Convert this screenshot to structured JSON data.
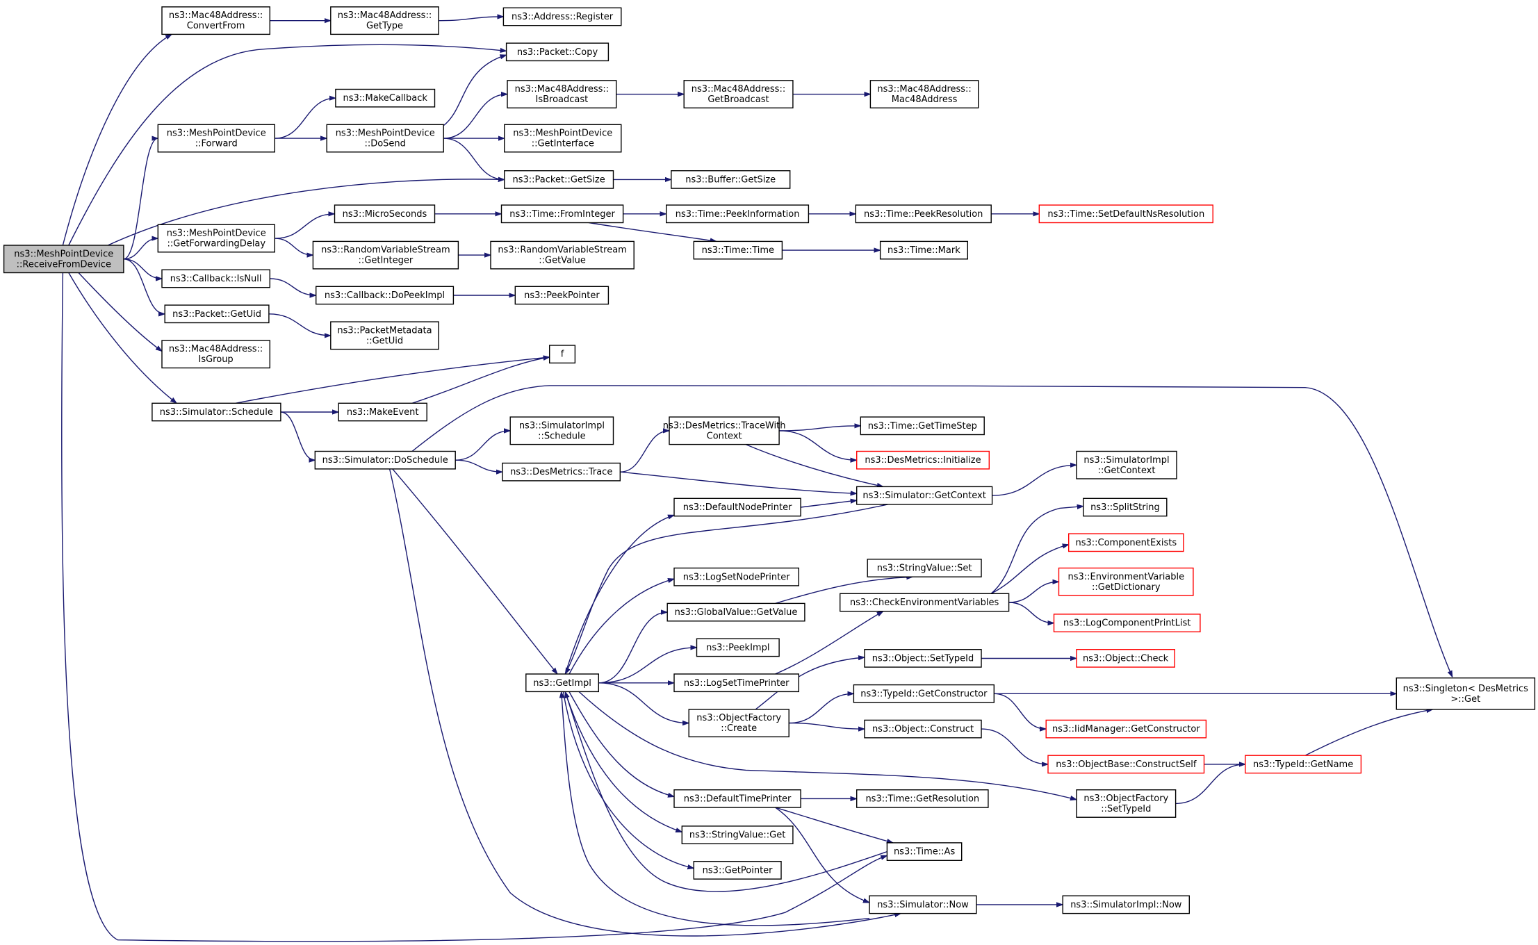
{
  "colors": {
    "edge": "#191970",
    "node_border": "#000000",
    "truncated_border": "#ff0000",
    "root_fill": "#bfbfbf",
    "node_fill": "#ffffff"
  },
  "graph": {
    "type": "call-graph",
    "direction": "left-to-right",
    "root": "ReceiveFromDevice",
    "nodes": [
      {
        "id": "ReceiveFromDevice",
        "lines": [
          "ns3::MeshPointDevice",
          "::ReceiveFromDevice"
        ],
        "root": true
      },
      {
        "id": "ConvertFrom",
        "lines": [
          "ns3::Mac48Address::",
          "ConvertFrom"
        ]
      },
      {
        "id": "Mac48GetType",
        "lines": [
          "ns3::Mac48Address::",
          "GetType"
        ]
      },
      {
        "id": "AddressRegister",
        "lines": [
          "ns3::Address::Register"
        ]
      },
      {
        "id": "PacketCopy",
        "lines": [
          "ns3::Packet::Copy"
        ]
      },
      {
        "id": "MakeCallback",
        "lines": [
          "ns3::MakeCallback"
        ]
      },
      {
        "id": "MPDForward",
        "lines": [
          "ns3::MeshPointDevice",
          "::Forward"
        ]
      },
      {
        "id": "MPDDoSend",
        "lines": [
          "ns3::MeshPointDevice",
          "::DoSend"
        ]
      },
      {
        "id": "IsBroadcast",
        "lines": [
          "ns3::Mac48Address::",
          "IsBroadcast"
        ]
      },
      {
        "id": "GetBroadcast",
        "lines": [
          "ns3::Mac48Address::",
          "GetBroadcast"
        ]
      },
      {
        "id": "Mac48Address",
        "lines": [
          "ns3::Mac48Address::",
          "Mac48Address"
        ]
      },
      {
        "id": "MPDGetInterface",
        "lines": [
          "ns3::MeshPointDevice",
          "::GetInterface"
        ]
      },
      {
        "id": "PacketGetSize",
        "lines": [
          "ns3::Packet::GetSize"
        ]
      },
      {
        "id": "BufferGetSize",
        "lines": [
          "ns3::Buffer::GetSize"
        ]
      },
      {
        "id": "GetForwardingDelay",
        "lines": [
          "ns3::MeshPointDevice",
          "::GetForwardingDelay"
        ]
      },
      {
        "id": "MicroSeconds",
        "lines": [
          "ns3::MicroSeconds"
        ]
      },
      {
        "id": "FromInteger",
        "lines": [
          "ns3::Time::FromInteger"
        ]
      },
      {
        "id": "PeekInformation",
        "lines": [
          "ns3::Time::PeekInformation"
        ]
      },
      {
        "id": "PeekResolution",
        "lines": [
          "ns3::Time::PeekResolution"
        ]
      },
      {
        "id": "SetDefaultNsResolution",
        "lines": [
          "ns3::Time::SetDefaultNsResolution"
        ],
        "truncated": true
      },
      {
        "id": "RVSGetInteger",
        "lines": [
          "ns3::RandomVariableStream",
          "::GetInteger"
        ]
      },
      {
        "id": "RVSGetValue",
        "lines": [
          "ns3::RandomVariableStream",
          "::GetValue"
        ]
      },
      {
        "id": "TimeTime",
        "lines": [
          "ns3::Time::Time"
        ]
      },
      {
        "id": "TimeMark",
        "lines": [
          "ns3::Time::Mark"
        ]
      },
      {
        "id": "CallbackIsNull",
        "lines": [
          "ns3::Callback::IsNull"
        ]
      },
      {
        "id": "DoPeekImpl",
        "lines": [
          "ns3::Callback::DoPeekImpl"
        ]
      },
      {
        "id": "PeekPointer",
        "lines": [
          "ns3::PeekPointer"
        ]
      },
      {
        "id": "PacketGetUid",
        "lines": [
          "ns3::Packet::GetUid"
        ]
      },
      {
        "id": "PMGetUid",
        "lines": [
          "ns3::PacketMetadata",
          "::GetUid"
        ]
      },
      {
        "id": "IsGroup",
        "lines": [
          "ns3::Mac48Address::",
          "IsGroup"
        ]
      },
      {
        "id": "f",
        "lines": [
          "f"
        ]
      },
      {
        "id": "Schedule",
        "lines": [
          "ns3::Simulator::Schedule"
        ]
      },
      {
        "id": "MakeEvent",
        "lines": [
          "ns3::MakeEvent"
        ]
      },
      {
        "id": "SimImplSchedule",
        "lines": [
          "ns3::SimulatorImpl",
          "::Schedule"
        ]
      },
      {
        "id": "DesTraceWithContext",
        "lines": [
          "ns3::DesMetrics::TraceWith",
          "Context"
        ]
      },
      {
        "id": "GetTimeStep",
        "lines": [
          "ns3::Time::GetTimeStep"
        ]
      },
      {
        "id": "DesInitialize",
        "lines": [
          "ns3::DesMetrics::Initialize"
        ],
        "truncated": true
      },
      {
        "id": "DoSchedule",
        "lines": [
          "ns3::Simulator::DoSchedule"
        ]
      },
      {
        "id": "DesTrace",
        "lines": [
          "ns3::DesMetrics::Trace"
        ]
      },
      {
        "id": "SimGetContext",
        "lines": [
          "ns3::Simulator::GetContext"
        ]
      },
      {
        "id": "SimImplGetContext",
        "lines": [
          "ns3::SimulatorImpl",
          "::GetContext"
        ]
      },
      {
        "id": "DefaultNodePrinter",
        "lines": [
          "ns3::DefaultNodePrinter"
        ]
      },
      {
        "id": "SplitString",
        "lines": [
          "ns3::SplitString"
        ]
      },
      {
        "id": "ComponentExists",
        "lines": [
          "ns3::ComponentExists"
        ],
        "truncated": true
      },
      {
        "id": "StringValueSet",
        "lines": [
          "ns3::StringValue::Set"
        ]
      },
      {
        "id": "LogSetNodePrinter",
        "lines": [
          "ns3::LogSetNodePrinter"
        ]
      },
      {
        "id": "EnvGetDictionary",
        "lines": [
          "ns3::EnvironmentVariable",
          "::GetDictionary"
        ],
        "truncated": true
      },
      {
        "id": "GlobalValueGetValue",
        "lines": [
          "ns3::GlobalValue::GetValue"
        ]
      },
      {
        "id": "CheckEnvVars",
        "lines": [
          "ns3::CheckEnvironmentVariables"
        ]
      },
      {
        "id": "LogComponentPrintList",
        "lines": [
          "ns3::LogComponentPrintList"
        ],
        "truncated": true
      },
      {
        "id": "PeekImpl",
        "lines": [
          "ns3::PeekImpl"
        ]
      },
      {
        "id": "ObjectSetTypeId",
        "lines": [
          "ns3::Object::SetTypeId"
        ]
      },
      {
        "id": "ObjectCheck",
        "lines": [
          "ns3::Object::Check"
        ],
        "truncated": true
      },
      {
        "id": "GetImpl",
        "lines": [
          "ns3::GetImpl"
        ]
      },
      {
        "id": "LogSetTimePrinter",
        "lines": [
          "ns3::LogSetTimePrinter"
        ]
      },
      {
        "id": "TypeIdGetConstructor",
        "lines": [
          "ns3::TypeId::GetConstructor"
        ]
      },
      {
        "id": "SingletonGet",
        "lines": [
          "ns3::Singleton< DesMetrics",
          " >::Get"
        ]
      },
      {
        "id": "ObjectFactoryCreate",
        "lines": [
          "ns3::ObjectFactory",
          "::Create"
        ]
      },
      {
        "id": "IidGetConstructor",
        "lines": [
          "ns3::IidManager::GetConstructor"
        ],
        "truncated": true
      },
      {
        "id": "ObjectConstruct",
        "lines": [
          "ns3::Object::Construct"
        ]
      },
      {
        "id": "ConstructSelf",
        "lines": [
          "ns3::ObjectBase::ConstructSelf"
        ],
        "truncated": true
      },
      {
        "id": "TypeIdGetName",
        "lines": [
          "ns3::TypeId::GetName"
        ],
        "truncated": true
      },
      {
        "id": "DefaultTimePrinter",
        "lines": [
          "ns3::DefaultTimePrinter"
        ]
      },
      {
        "id": "GetResolution",
        "lines": [
          "ns3::Time::GetResolution"
        ]
      },
      {
        "id": "ObjectFactorySetTypeId",
        "lines": [
          "ns3::ObjectFactory",
          "::SetTypeId"
        ]
      },
      {
        "id": "StringValueGet",
        "lines": [
          "ns3::StringValue::Get"
        ]
      },
      {
        "id": "TimeAs",
        "lines": [
          "ns3::Time::As"
        ]
      },
      {
        "id": "GetPointer",
        "lines": [
          "ns3::GetPointer"
        ]
      },
      {
        "id": "SimNow",
        "lines": [
          "ns3::Simulator::Now"
        ]
      },
      {
        "id": "SimImplNow",
        "lines": [
          "ns3::SimulatorImpl::Now"
        ]
      }
    ],
    "edges": [
      [
        "ReceiveFromDevice",
        "ConvertFrom"
      ],
      [
        "ConvertFrom",
        "Mac48GetType"
      ],
      [
        "Mac48GetType",
        "AddressRegister"
      ],
      [
        "ReceiveFromDevice",
        "PacketCopy"
      ],
      [
        "ReceiveFromDevice",
        "MPDForward"
      ],
      [
        "MPDForward",
        "MakeCallback"
      ],
      [
        "MPDForward",
        "MPDDoSend"
      ],
      [
        "MPDDoSend",
        "PacketCopy"
      ],
      [
        "MPDDoSend",
        "IsBroadcast"
      ],
      [
        "IsBroadcast",
        "GetBroadcast"
      ],
      [
        "GetBroadcast",
        "Mac48Address"
      ],
      [
        "MPDDoSend",
        "MPDGetInterface"
      ],
      [
        "MPDDoSend",
        "PacketGetSize"
      ],
      [
        "ReceiveFromDevice",
        "PacketGetSize"
      ],
      [
        "PacketGetSize",
        "BufferGetSize"
      ],
      [
        "ReceiveFromDevice",
        "GetForwardingDelay"
      ],
      [
        "GetForwardingDelay",
        "MicroSeconds"
      ],
      [
        "GetForwardingDelay",
        "RVSGetInteger"
      ],
      [
        "MicroSeconds",
        "FromInteger"
      ],
      [
        "FromInteger",
        "PeekInformation"
      ],
      [
        "FromInteger",
        "TimeTime"
      ],
      [
        "PeekInformation",
        "PeekResolution"
      ],
      [
        "PeekResolution",
        "SetDefaultNsResolution"
      ],
      [
        "TimeTime",
        "TimeMark"
      ],
      [
        "RVSGetInteger",
        "RVSGetValue"
      ],
      [
        "ReceiveFromDevice",
        "CallbackIsNull"
      ],
      [
        "CallbackIsNull",
        "DoPeekImpl"
      ],
      [
        "DoPeekImpl",
        "PeekPointer"
      ],
      [
        "ReceiveFromDevice",
        "PacketGetUid"
      ],
      [
        "PacketGetUid",
        "PMGetUid"
      ],
      [
        "ReceiveFromDevice",
        "IsGroup"
      ],
      [
        "ReceiveFromDevice",
        "Schedule"
      ],
      [
        "Schedule",
        "f"
      ],
      [
        "Schedule",
        "MakeEvent"
      ],
      [
        "MakeEvent",
        "f"
      ],
      [
        "Schedule",
        "DoSchedule"
      ],
      [
        "DoSchedule",
        "SimImplSchedule"
      ],
      [
        "DoSchedule",
        "DesTrace"
      ],
      [
        "DoSchedule",
        "SingletonGet"
      ],
      [
        "DoSchedule",
        "GetImpl"
      ],
      [
        "DoSchedule",
        "SimNow"
      ],
      [
        "DesTrace",
        "DesTraceWithContext"
      ],
      [
        "DesTrace",
        "SimGetContext"
      ],
      [
        "DesTraceWithContext",
        "GetTimeStep"
      ],
      [
        "DesTraceWithContext",
        "DesInitialize"
      ],
      [
        "DesTraceWithContext",
        "SimGetContext"
      ],
      [
        "SimGetContext",
        "SimImplGetContext"
      ],
      [
        "SimGetContext",
        "GetImpl"
      ],
      [
        "GetImpl",
        "DefaultNodePrinter"
      ],
      [
        "GetImpl",
        "LogSetNodePrinter"
      ],
      [
        "GetImpl",
        "GlobalValueGetValue"
      ],
      [
        "GetImpl",
        "PeekImpl"
      ],
      [
        "GetImpl",
        "LogSetTimePrinter"
      ],
      [
        "GetImpl",
        "ObjectFactoryCreate"
      ],
      [
        "GetImpl",
        "DefaultTimePrinter"
      ],
      [
        "GetImpl",
        "StringValueGet"
      ],
      [
        "GetImpl",
        "GetPointer"
      ],
      [
        "GetImpl",
        "ObjectFactorySetTypeId"
      ],
      [
        "DefaultNodePrinter",
        "SimGetContext"
      ],
      [
        "GlobalValueGetValue",
        "StringValueSet"
      ],
      [
        "LogSetTimePrinter",
        "CheckEnvVars"
      ],
      [
        "CheckEnvVars",
        "SplitString"
      ],
      [
        "CheckEnvVars",
        "ComponentExists"
      ],
      [
        "CheckEnvVars",
        "EnvGetDictionary"
      ],
      [
        "CheckEnvVars",
        "LogComponentPrintList"
      ],
      [
        "ObjectFactoryCreate",
        "ObjectSetTypeId"
      ],
      [
        "ObjectFactoryCreate",
        "TypeIdGetConstructor"
      ],
      [
        "ObjectFactoryCreate",
        "ObjectConstruct"
      ],
      [
        "ObjectSetTypeId",
        "ObjectCheck"
      ],
      [
        "TypeIdGetConstructor",
        "SingletonGet"
      ],
      [
        "TypeIdGetConstructor",
        "IidGetConstructor"
      ],
      [
        "ObjectConstruct",
        "ConstructSelf"
      ],
      [
        "ConstructSelf",
        "TypeIdGetName"
      ],
      [
        "ObjectFactorySetTypeId",
        "TypeIdGetName"
      ],
      [
        "TypeIdGetName",
        "SingletonGet"
      ],
      [
        "DefaultTimePrinter",
        "GetResolution"
      ],
      [
        "DefaultTimePrinter",
        "TimeAs"
      ],
      [
        "DefaultTimePrinter",
        "SimNow"
      ],
      [
        "ReceiveFromDevice",
        "TimeAs"
      ],
      [
        "SimNow",
        "GetImpl"
      ],
      [
        "SimNow",
        "SimImplNow"
      ],
      [
        "TimeAs",
        "GetImpl"
      ]
    ]
  }
}
